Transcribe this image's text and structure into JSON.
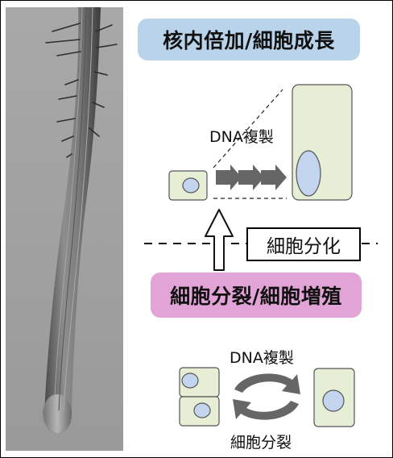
{
  "top_box": {
    "text": "核内倍加/細胞成長"
  },
  "bottom_box": {
    "text": "細胞分裂/細胞増殖"
  },
  "labels": {
    "dna_replication_upper": "DNA複製",
    "dna_replication_lower": "DNA複製",
    "cell_division": "細胞分裂",
    "differentiation": "細胞分化"
  },
  "colors": {
    "top_box_fill": "#b9d4ea",
    "bottom_box_fill": "#e2a3d6",
    "cell_fill": "#e6efd6",
    "nucleus_fill": "#c3d4ee",
    "arrow_gray": "#666666"
  },
  "icons": {
    "cycle_arrows": "circular-arrows-icon",
    "forward_arrows": "triple-chevron-arrows-icon",
    "up_arrow": "hollow-up-arrow-icon"
  }
}
